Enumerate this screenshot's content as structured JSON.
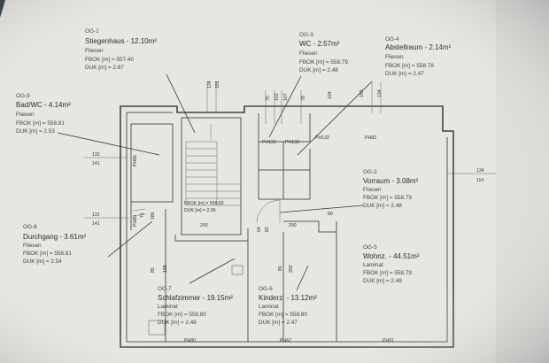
{
  "rooms": [
    {
      "id": "og1",
      "code": "OG-1",
      "title": "Stiegenhaus - 12.10m²",
      "floor": "Fliesen",
      "fbok": "FBOK  [m]  =  557.40",
      "duk": "DUK  [m]  =  2.67"
    },
    {
      "id": "og3",
      "code": "OG-3",
      "title": "WC - 2.57m²",
      "floor": "Fliesen",
      "fbok": "FBOK  [m]  =  558.79",
      "duk": "DUK  [m]  =  2.48"
    },
    {
      "id": "og4",
      "code": "OG-4",
      "title": "Abstellraum - 2.14m²",
      "floor": "Fliesen",
      "fbok": "FBOK  [m]  =  558.78",
      "duk": "DUK  [m]  =  2.47"
    },
    {
      "id": "og9",
      "code": "OG-9",
      "title": "Bad/WC - 4.14m²",
      "floor": "Fliesen",
      "fbok": "FBOK  [m]  =  558.81",
      "duk": "DUK  [m]  =  2.53"
    },
    {
      "id": "og8",
      "code": "OG-8",
      "title": "Durchgang - 3.61m²",
      "floor": "Fliesen",
      "fbok": "FBOK  [m]  =  558.81",
      "duk": "DUK  [m]  =  2.54"
    },
    {
      "id": "og2",
      "code": "OG-2",
      "title": "Vorraum - 3.08m²",
      "floor": "Fliesen",
      "fbok": "FBOK  [m]  =  558.79",
      "duk": "DUK  [m]  =  2.48"
    },
    {
      "id": "og5",
      "code": "OG-5",
      "title": "Wohnz. - 44.51m²",
      "floor": "Laminat",
      "fbok": "FBOK  [m]  =  558.79",
      "duk": "DUK  [m]  =  2.49"
    },
    {
      "id": "og7",
      "code": "OG-7",
      "title": "Schlafzimmer - 19.15m²",
      "floor": "Laminat",
      "fbok": "FBOK  [m]  =  558.80",
      "duk": "DUK  [m]  =  2.48"
    },
    {
      "id": "og6",
      "code": "OG-6",
      "title": "Kinderz. - 13.12m²",
      "floor": "Laminat",
      "fbok": "FBOK  [m]  =  558.80",
      "duk": "DUK  [m]  =  2.47"
    }
  ],
  "stair_label": {
    "fbok": "FBOK  [m]  =  558.83",
    "duk": "DUK  [m]  =  2.56"
  },
  "window_labels": {
    "ph131": "PH131",
    "ph133": "PH133",
    "ph132": "PH132",
    "ph82": "PH82",
    "ph80": "PH80",
    "ph62": "PH62",
    "ph81": "PH81",
    "ph89": "PH89",
    "ph86": "PH86"
  },
  "dimensions": {
    "d134": "134",
    "d155": "155",
    "d75": "75",
    "d102": "102",
    "d107": "107",
    "d104": "104",
    "d78": "78",
    "d153": "153",
    "d134b": "134",
    "d132": "132",
    "d141": "141",
    "d131": "131",
    "d141b": "141",
    "d71": "71",
    "d186": "186",
    "d134r": "134",
    "d114": "114",
    "d80": "80",
    "d200a": "200",
    "d200b": "200",
    "d64": "64",
    "d82": "82",
    "d80b": "80",
    "d85": "85",
    "d198": "198",
    "d80c": "80",
    "d200c": "200",
    "d200d": "200"
  }
}
